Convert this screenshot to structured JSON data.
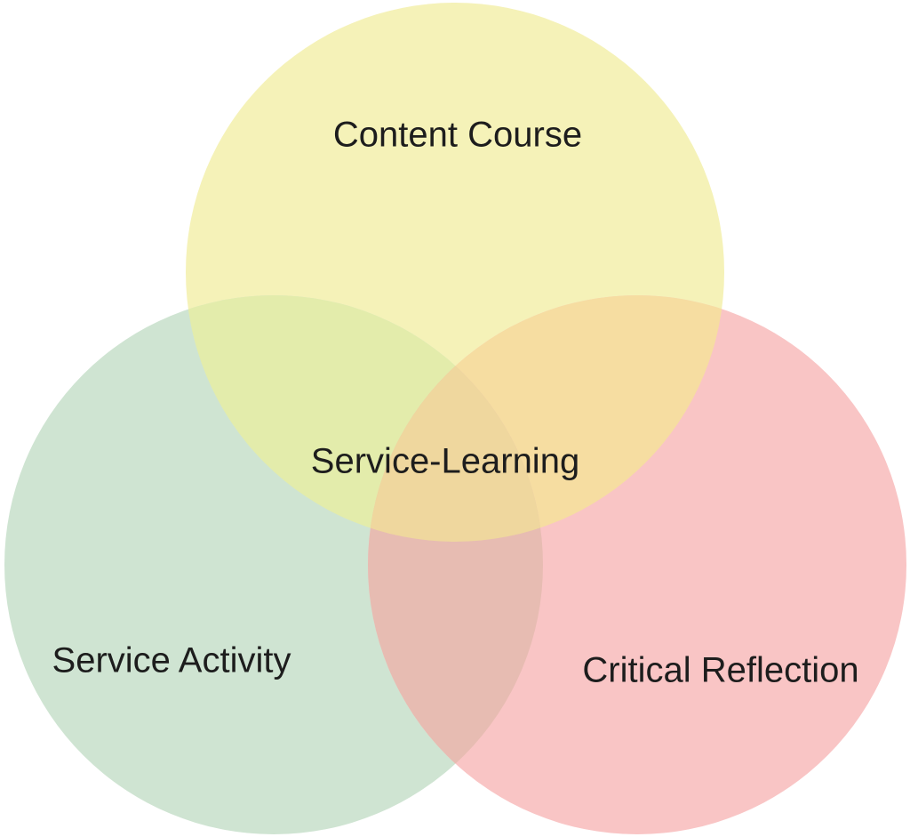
{
  "diagram": {
    "type": "venn-3-circle",
    "background": "#ffffff",
    "text_color": "#1d1d1d",
    "sets": [
      {
        "label": "Content Course",
        "fill": "#f5f2b8"
      },
      {
        "label": "Service Activity",
        "fill": "#cfe4d2"
      },
      {
        "label": "Critical Reflection",
        "fill": "#f9c5c5"
      }
    ],
    "overlaps": {
      "content_service": "#e3ecab",
      "content_critical": "#f6dda1",
      "service_critical": "#e7bcb2",
      "center": "#efd79e"
    },
    "center_label": "Service-Learning"
  }
}
